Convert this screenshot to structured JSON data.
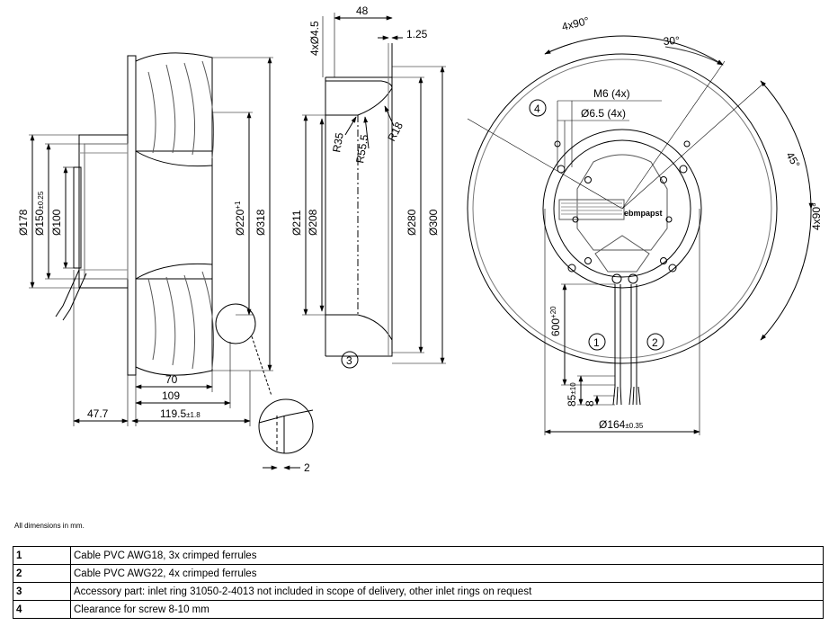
{
  "dimensions": {
    "side": {
      "d178": "Ø178",
      "d150": "Ø150",
      "d150_tol": "±0.25",
      "d100": "Ø100",
      "d220": "Ø220",
      "d220_tol": "+1",
      "d318": "Ø318",
      "l70": "70",
      "l109": "109",
      "l47_7": "47.7",
      "l119_5": "119.5",
      "l119_5_tol": "±1.8",
      "detail_2": "2"
    },
    "ring": {
      "hole": "4xØ4.5",
      "l48": "48",
      "l1_25": "1.25",
      "r35": "R35",
      "r55_5": "R55.5",
      "r18": "R18",
      "d211": "Ø211",
      "d208": "Ø208",
      "d280": "Ø280",
      "d300": "Ø300"
    },
    "front": {
      "a4x90_top": "4x90°",
      "a30": "30°",
      "a45": "45°",
      "a4x90_right": "4x90°",
      "m6": "M6 (4x)",
      "d6_5": "Ø6.5 (4x)",
      "l600": "600",
      "l600_tol": "+20",
      "l85": "85",
      "l85_tol": "±10",
      "l8": "8",
      "d164": "Ø164",
      "d164_tol": "±0.35",
      "brand": "ebmpapst"
    }
  },
  "callouts": [
    "1",
    "2",
    "3",
    "4"
  ],
  "note": "All dimensions in mm.",
  "legend": [
    {
      "num": "1",
      "text": "Cable PVC AWG18, 3x crimped ferrules"
    },
    {
      "num": "2",
      "text": "Cable PVC AWG22, 4x crimped ferrules"
    },
    {
      "num": "3",
      "text": "Accessory part: inlet ring 31050-2-4013 not included in scope of delivery, other inlet rings on request"
    },
    {
      "num": "4",
      "text": "Clearance for screw 8-10 mm"
    }
  ]
}
